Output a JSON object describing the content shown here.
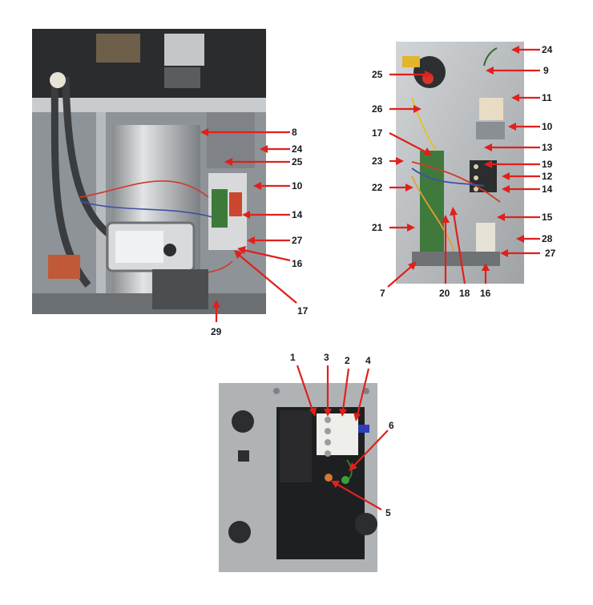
{
  "callouts": [
    {
      "id": "a-8",
      "label": "8"
    },
    {
      "id": "a-24",
      "label": "24"
    },
    {
      "id": "a-25",
      "label": "25"
    },
    {
      "id": "a-10",
      "label": "10"
    },
    {
      "id": "a-14",
      "label": "14"
    },
    {
      "id": "a-27",
      "label": "27"
    },
    {
      "id": "a-16",
      "label": "16"
    },
    {
      "id": "a-17",
      "label": "17"
    },
    {
      "id": "a-29",
      "label": "29"
    },
    {
      "id": "b-24",
      "label": "24"
    },
    {
      "id": "b-9",
      "label": "9"
    },
    {
      "id": "b-25",
      "label": "25"
    },
    {
      "id": "b-11",
      "label": "11"
    },
    {
      "id": "b-26",
      "label": "26"
    },
    {
      "id": "b-10",
      "label": "10"
    },
    {
      "id": "b-17",
      "label": "17"
    },
    {
      "id": "b-13",
      "label": "13"
    },
    {
      "id": "b-23",
      "label": "23"
    },
    {
      "id": "b-19",
      "label": "19"
    },
    {
      "id": "b-12",
      "label": "12"
    },
    {
      "id": "b-22",
      "label": "22"
    },
    {
      "id": "b-14",
      "label": "14"
    },
    {
      "id": "b-15",
      "label": "15"
    },
    {
      "id": "b-21",
      "label": "21"
    },
    {
      "id": "b-28",
      "label": "28"
    },
    {
      "id": "b-27",
      "label": "27"
    },
    {
      "id": "b-7",
      "label": "7"
    },
    {
      "id": "b-20",
      "label": "20"
    },
    {
      "id": "b-18",
      "label": "18"
    },
    {
      "id": "b-16",
      "label": "16"
    },
    {
      "id": "c-1",
      "label": "1"
    },
    {
      "id": "c-3",
      "label": "3"
    },
    {
      "id": "c-2",
      "label": "2"
    },
    {
      "id": "c-4",
      "label": "4"
    },
    {
      "id": "c-6",
      "label": "6"
    },
    {
      "id": "c-5",
      "label": "5"
    }
  ],
  "colors": {
    "callout_line": "#e0201c",
    "label_text": "#1a1a1a",
    "background": "#ffffff"
  }
}
